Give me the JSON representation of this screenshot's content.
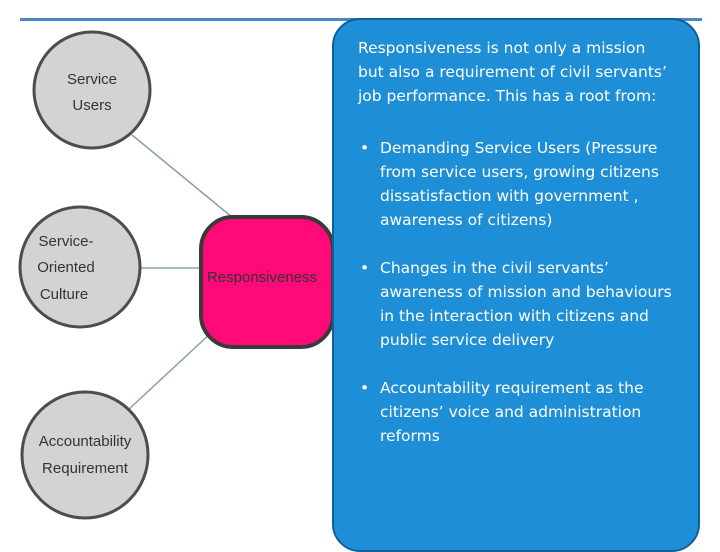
{
  "diagram": {
    "nodes": [
      {
        "id": "service-users",
        "lines": [
          "Service",
          "Users"
        ]
      },
      {
        "id": "service-oriented-culture",
        "lines": [
          "Service-",
          "Oriented",
          "Culture"
        ]
      },
      {
        "id": "accountability-requirement",
        "lines": [
          "Accountability",
          "Requirement"
        ]
      },
      {
        "id": "responsiveness",
        "lines": [
          "Responsiveness"
        ]
      }
    ],
    "colors": {
      "circle_fill": "#d3d3d3",
      "circle_stroke": "#4d4d4d",
      "center_fill": "#ff0a78",
      "center_stroke": "#3a3a3a",
      "callout_fill": "#1e8fd6",
      "accent": "#4a86c5"
    }
  },
  "callout": {
    "intro": "Responsiveness is not only a mission but also a requirement of civil servants’ job performance. This has a root from:",
    "bullet_symbol": "•",
    "bullets": [
      "Demanding Service Users (Pressure from service users, growing citizens dissatisfaction with government , awareness of citizens)",
      "Changes in the civil servants’ awareness of mission and behaviours in the interaction with citizens and public service delivery",
      "Accountability requirement as the citizens’ voice and administration reforms"
    ]
  }
}
